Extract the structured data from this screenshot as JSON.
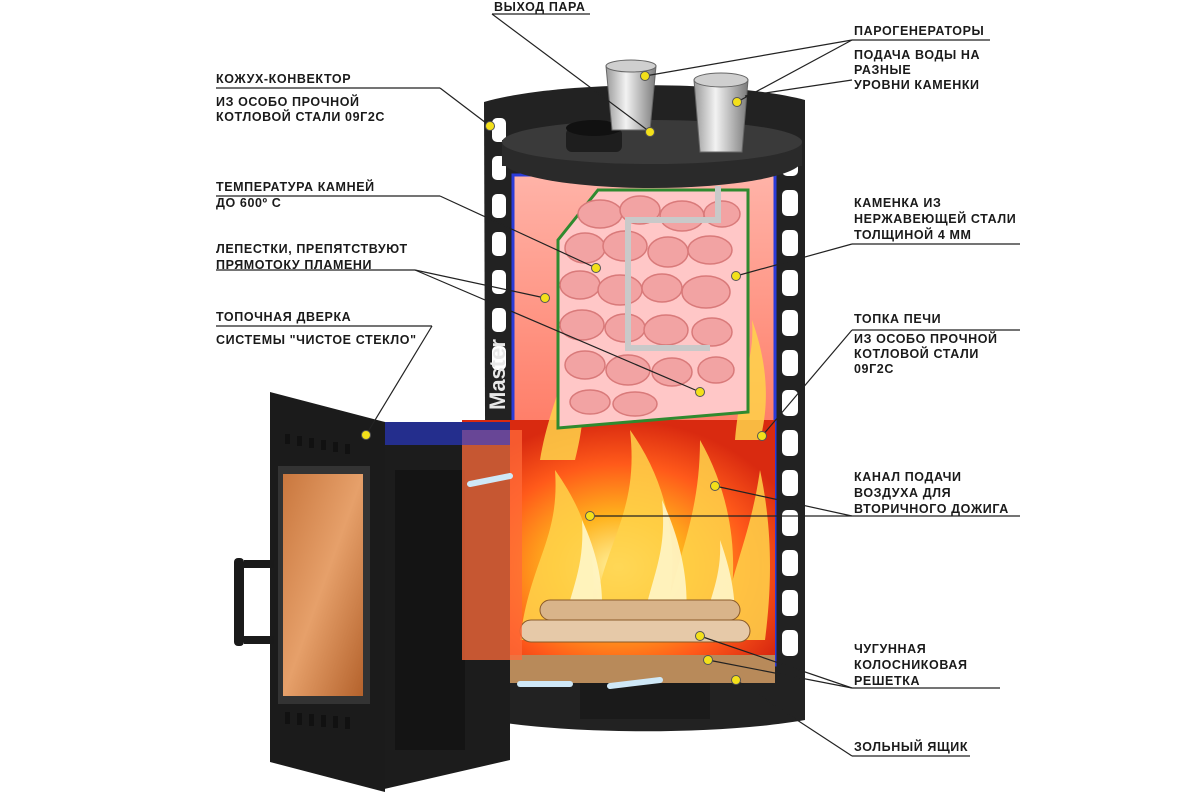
{
  "labels": {
    "steam_outlet": "ВЫХОД ПАРА",
    "steam_generators": "ПАРОГЕНЕРАТОРЫ",
    "water_supply": [
      "ПОДАЧА ВОДЫ НА",
      "РАЗНЫЕ",
      "УРОВНИ КАМЕНКИ"
    ],
    "casing_title": "КОЖУХ-КОНВЕКТОР",
    "casing_desc": [
      "ИЗ ОСОБО ПРОЧНОЙ",
      "КОТЛОВОЙ СТАЛИ 09Г2С"
    ],
    "stone_temp": [
      "ТЕМПЕРАТУРА КАМНЕЙ",
      "ДО 600º С"
    ],
    "stone_box": [
      "КАМЕНКА ИЗ",
      "НЕРЖАВЕЮЩЕЙ СТАЛИ",
      "ТОЛЩИНОЙ 4 ММ"
    ],
    "petals": [
      "ЛЕПЕСТКИ, ПРЕПЯТСТВУЮТ",
      "ПРЯМОТОКУ ПЛАМЕНИ"
    ],
    "firebox_title": "ТОПКА ПЕЧИ",
    "firebox_desc": [
      "ИЗ ОСОБО ПРОЧНОЙ",
      "КОТЛОВОЙ СТАЛИ",
      "09Г2С"
    ],
    "door_title": "ТОПОЧНАЯ ДВЕРКА",
    "door_desc": "СИСТЕМЫ \"ЧИСТОЕ СТЕКЛО\"",
    "air_channel": [
      "КАНАЛ ПОДАЧИ",
      "ВОЗДУХА ДЛЯ",
      "ВТОРИЧНОГО ДОЖИГА"
    ],
    "grate": [
      "ЧУГУННАЯ",
      "КОЛОСНИКОВАЯ",
      "РЕШЕТКА"
    ],
    "ash_box": "ЗОЛЬНЫЙ ЯЩИК",
    "brand_side": "Master"
  },
  "colors": {
    "steel": "#1e1e1e",
    "fire": "#ff5a1a",
    "stones": "#f2a3a3",
    "marker": "#f3e01a",
    "air_flow": "#9fd3f5",
    "liner": "#2a3bd8"
  }
}
